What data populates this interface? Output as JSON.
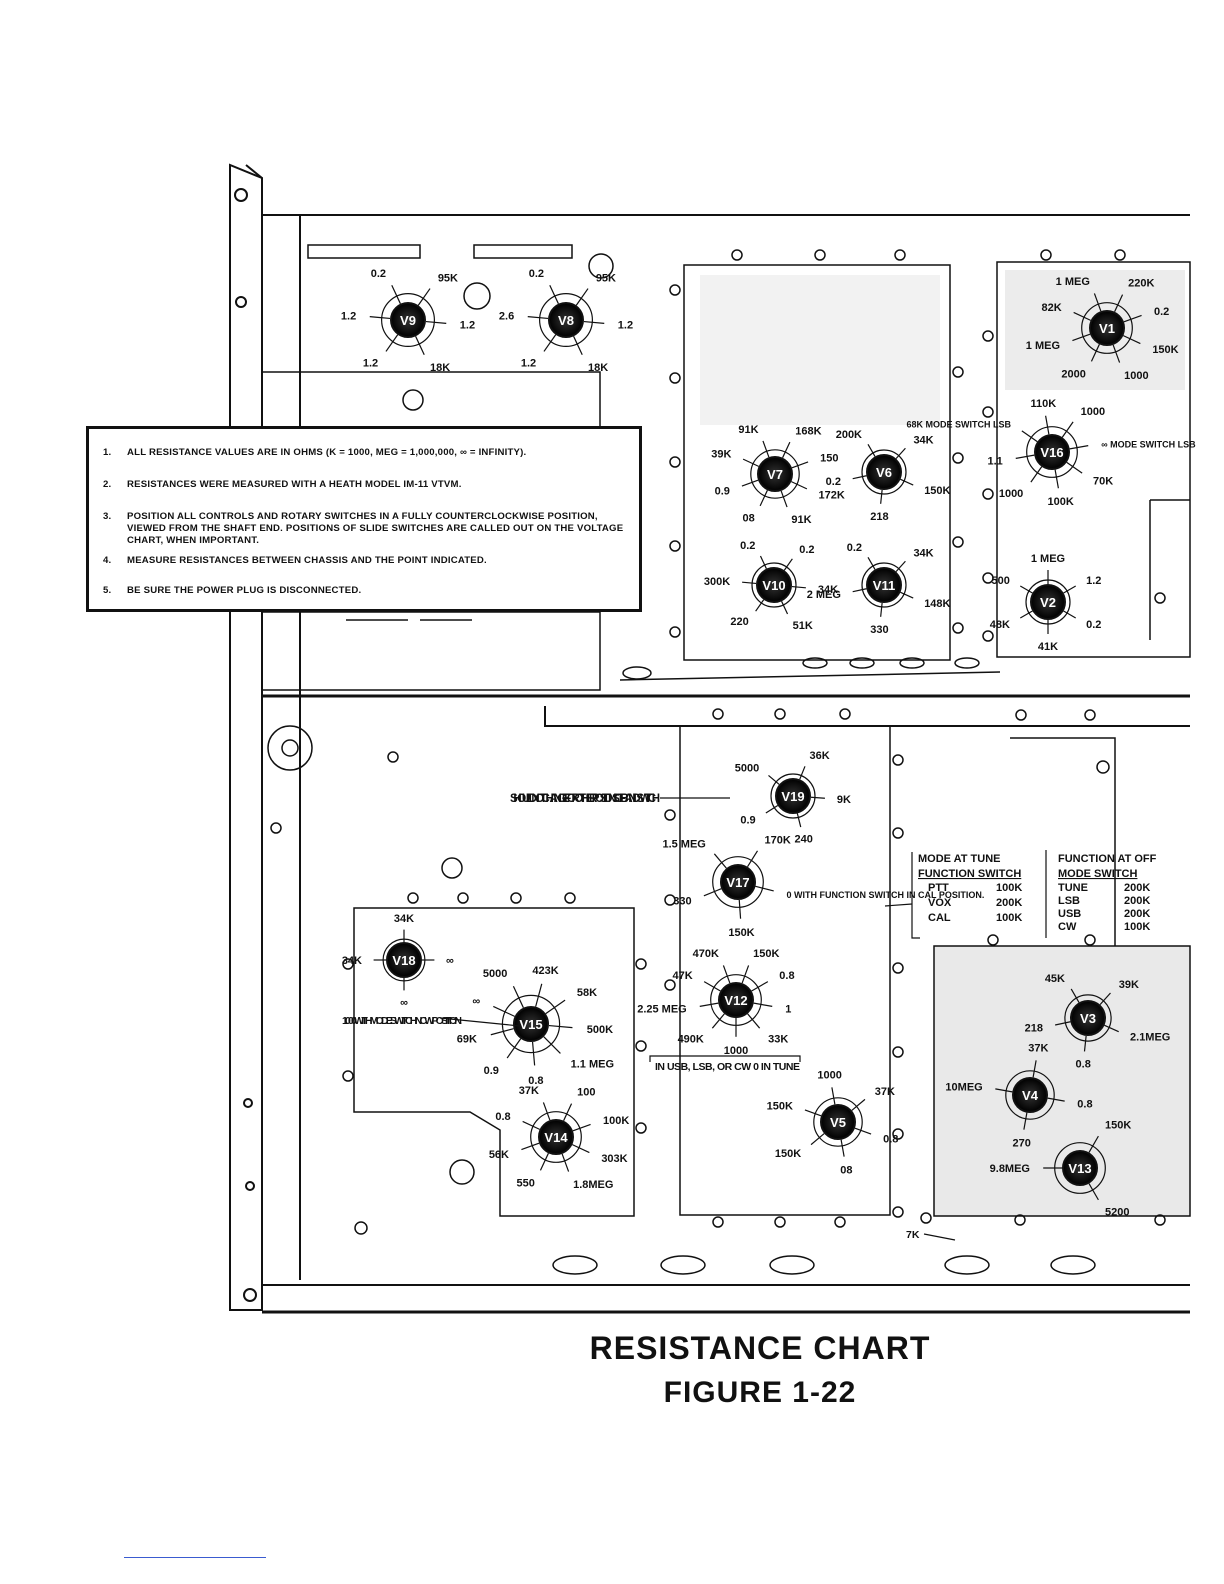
{
  "figure": {
    "title": "RESISTANCE CHART",
    "label": "FIGURE 1-22"
  },
  "notes": [
    {
      "num": "1.",
      "text": "ALL RESISTANCE VALUES ARE IN OHMS (K = 1000, MEG = 1,000,000, ∞ = INFINITY)."
    },
    {
      "num": "2.",
      "text": "RESISTANCES WERE MEASURED WITH A HEATH MODEL IM-11 VTVM."
    },
    {
      "num": "3.",
      "text": "POSITION ALL CONTROLS AND ROTARY SWITCHES IN A FULLY COUNTERCLOCKWISE POSITION, VIEWED FROM THE SHAFT END. POSITIONS OF SLIDE SWITCHES ARE CALLED OUT ON THE VOLTAGE CHART, WHEN IMPORTANT."
    },
    {
      "num": "4.",
      "text": "MEASURE RESISTANCES BETWEEN CHASSIS AND THE POINT INDICATED."
    },
    {
      "num": "5.",
      "text": "BE SURE THE POWER PLUG IS DISCONNECTED."
    }
  ],
  "tubes": [
    {
      "id": "V9",
      "pins": [
        "0.2",
        "95K",
        "1.2",
        "18K",
        "1.2",
        "1.2"
      ]
    },
    {
      "id": "V8",
      "pins": [
        "0.2",
        "95K",
        "1.2",
        "18K",
        "1.2",
        "2.6"
      ]
    },
    {
      "id": "V1",
      "pins": [
        "1 MEG",
        "220K",
        "0.2",
        "150K",
        "1000",
        "2000",
        "1 MEG",
        "82K"
      ]
    },
    {
      "id": "V7",
      "pins": [
        "91K",
        "168K",
        "150",
        "172K",
        "91K",
        "08",
        "0.9",
        "39K"
      ]
    },
    {
      "id": "V6",
      "pins": [
        "200K",
        "34K",
        "150K",
        "218",
        "0.2"
      ]
    },
    {
      "id": "V16",
      "pins": [
        "110K",
        "1000",
        "∞ MODE SWITCH LSB",
        "70K",
        "100K",
        "1000",
        "1.1",
        "68K MODE SWITCH LSB"
      ]
    },
    {
      "id": "V10",
      "pins": [
        "0.2",
        "0.2",
        "34K",
        "51K",
        "220",
        "300K"
      ]
    },
    {
      "id": "V11",
      "pins": [
        "0.2",
        "34K",
        "148K",
        "330",
        "2 MEG"
      ]
    },
    {
      "id": "V2",
      "pins": [
        "1 MEG",
        "1.2",
        "0.2",
        "41K",
        "48K",
        "500"
      ]
    },
    {
      "id": "V19",
      "pins": [
        "5000",
        "36K",
        "9K",
        "240",
        "0.9"
      ]
    },
    {
      "id": "V17",
      "pins": [
        "1.5 MEG",
        "170K",
        "0 WITH FUNCTION SWITCH IN CAL POSITION.",
        "150K",
        "330"
      ]
    },
    {
      "id": "V18",
      "pins": [
        "34K",
        "∞",
        "∞",
        "34K"
      ]
    },
    {
      "id": "V15",
      "pins": [
        "5000",
        "423K",
        "58K",
        "500K",
        "1.1 MEG",
        "0.8",
        "0.9",
        "69K",
        "∞"
      ]
    },
    {
      "id": "V12",
      "pins": [
        "470K",
        "150K",
        "0.8",
        "1",
        "33K",
        "1000",
        "490K",
        "2.25 MEG",
        "47K"
      ]
    },
    {
      "id": "V14",
      "pins": [
        "37K",
        "100",
        "100K",
        "303K",
        "1.8MEG",
        "550",
        "56K",
        "0.8"
      ]
    },
    {
      "id": "V5",
      "pins": [
        "1000",
        "37K",
        "0.8",
        "08",
        "150K",
        "150K"
      ]
    },
    {
      "id": "V3",
      "pins": [
        "45K",
        "39K",
        "2.1MEG",
        "0.8",
        "218"
      ]
    },
    {
      "id": "V4",
      "pins": [
        "10MEG",
        "37K",
        "0.8",
        "270"
      ]
    },
    {
      "id": "V13",
      "pins": [
        "9.8MEG",
        "150K",
        "5200"
      ]
    }
  ],
  "callouts": {
    "bandswitch": "SHOULD NOT CHANGE FOR OTHER POSITIONS OF BANDSWITCH",
    "v15_note": "1000 WITH MODE SWITCH IN CW POSITION.",
    "v12_note": "IN USB, LSB, OR CW 0 IN TUNE",
    "bottom_7k": "7K"
  },
  "mode_table": {
    "left_header": "MODE AT TUNE",
    "left_subheader": "FUNCTION SWITCH",
    "left_rows": [
      [
        "PTT",
        "100K"
      ],
      [
        "VOX",
        "200K"
      ],
      [
        "CAL",
        "100K"
      ]
    ],
    "right_header": "FUNCTION AT OFF",
    "right_subheader": "MODE SWITCH",
    "right_rows": [
      [
        "TUNE",
        "200K"
      ],
      [
        "LSB",
        "200K"
      ],
      [
        "USB",
        "200K"
      ],
      [
        "CW",
        "100K"
      ]
    ]
  }
}
